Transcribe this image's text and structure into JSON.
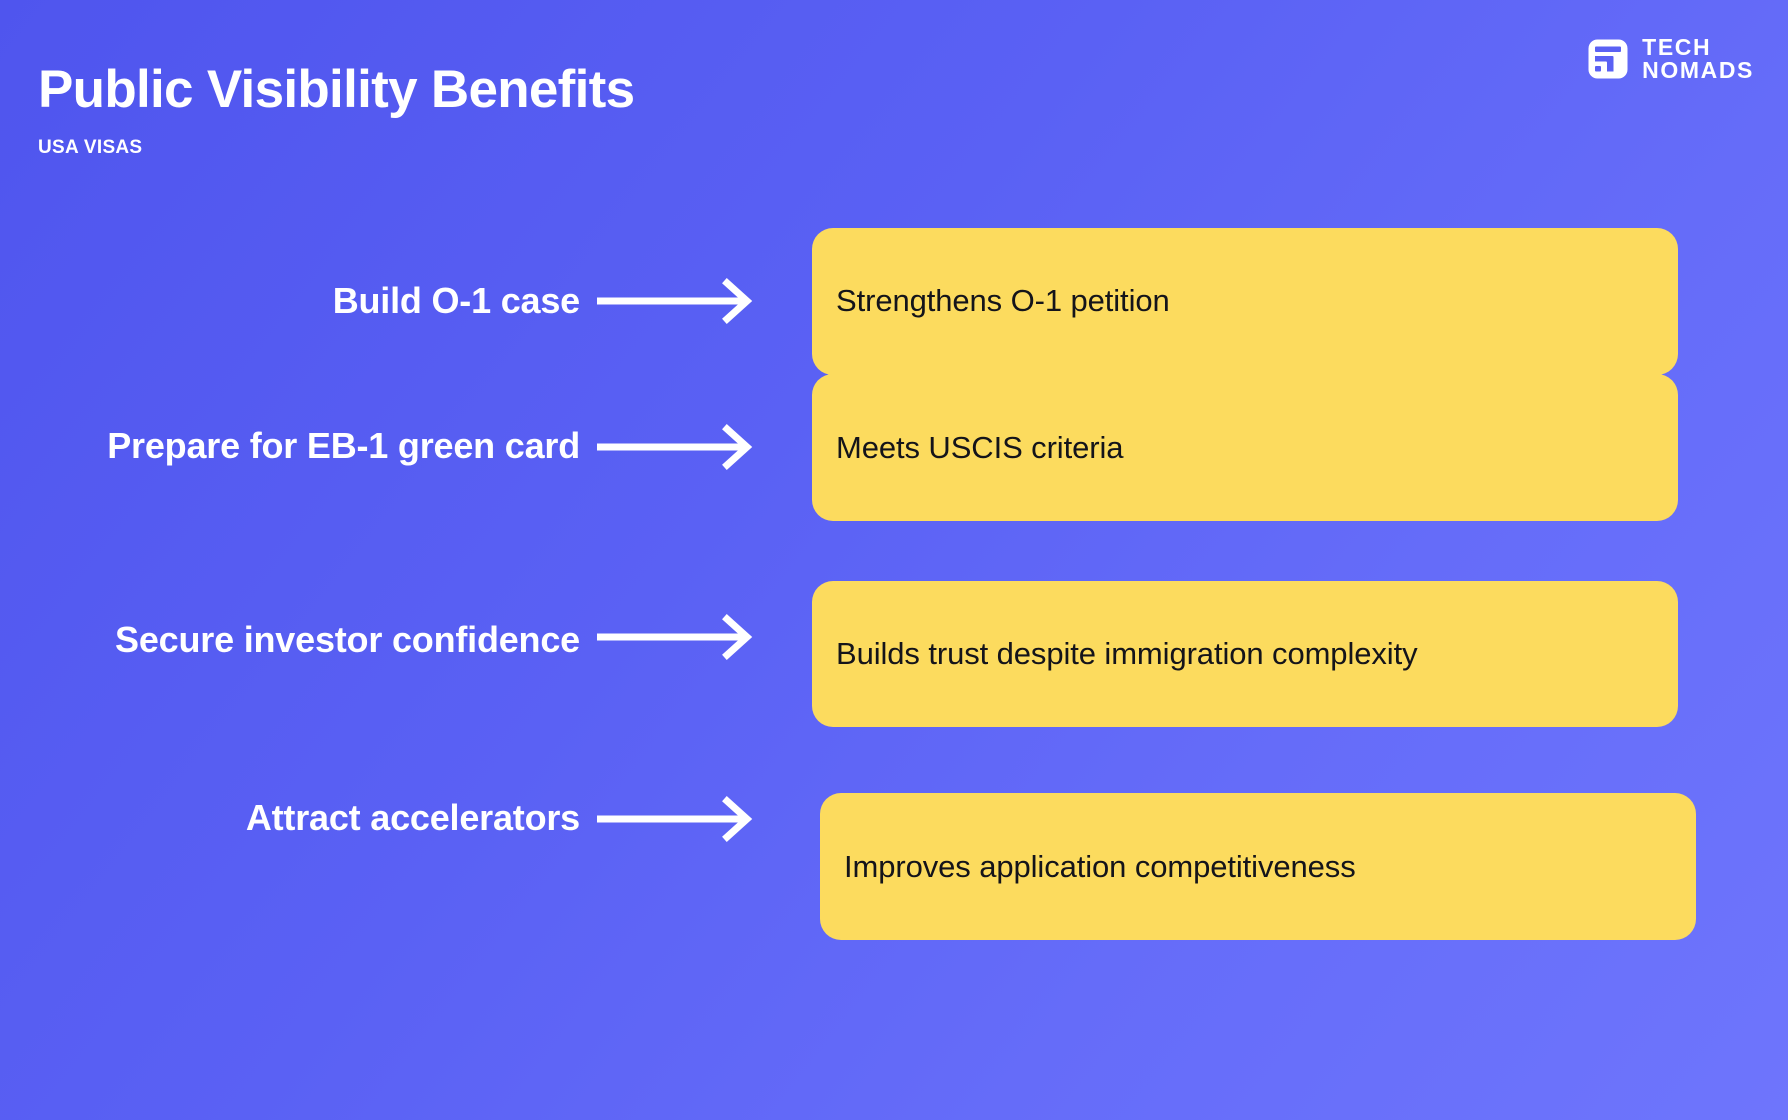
{
  "header": {
    "title": "Public Visibility Benefits",
    "subtitle": "USA VISAS"
  },
  "logo": {
    "icon": "tech-nomads-mark-icon",
    "line1": "TECH",
    "line2": "NOMADS"
  },
  "colors": {
    "background_start": "#4F55EE",
    "background_end": "#6E75FC",
    "card_background": "#FCDB5E",
    "card_text": "#14141A",
    "label_text": "#FFFFFF",
    "arrow": "#FFFFFF"
  },
  "diagram": {
    "arrow_icon": "arrow-right-icon",
    "rows": [
      {
        "label": "Build O-1 case",
        "card": "Strengthens O-1 petition"
      },
      {
        "label": "Prepare for EB-1 green card",
        "card": "Meets USCIS criteria"
      },
      {
        "label": "Secure investor confidence",
        "card": "Builds trust despite immigration complexity"
      },
      {
        "label": "Attract accelerators",
        "card": "Improves application competitiveness"
      }
    ]
  }
}
